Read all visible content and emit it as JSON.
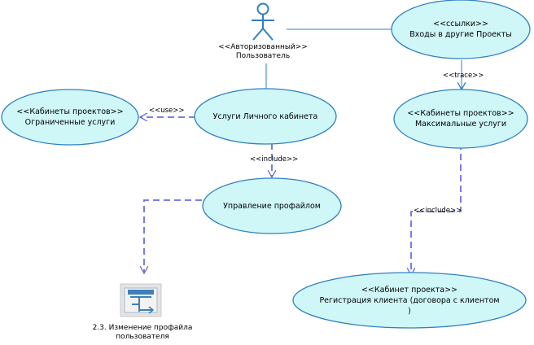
{
  "actor": {
    "stereotype": "<<Авторизованный>>",
    "name": "Пользователь"
  },
  "usecases": {
    "external_links": {
      "stereotype": "<<ссылки>>",
      "name": "Входы в  другие Проекты"
    },
    "max_services": {
      "stereotype": "<<Кабинеты проектов>>",
      "name": "Максимальные услуги"
    },
    "limited_services": {
      "stereotype": "<<Кабинеты проектов>>",
      "name": "Ограниченные услуги"
    },
    "personal_cabinet": {
      "stereotype": "",
      "name": "Услуги Личного кабинета"
    },
    "profile_management": {
      "stereotype": "",
      "name": "Управление профайлом"
    },
    "client_registration": {
      "stereotype": "<<Кабинет проекта>>",
      "name": "Регистрация клиента (договора с клиентом",
      "name_line2": ")"
    }
  },
  "relations": {
    "use": "<<use>>",
    "trace": "<<trace>>",
    "include_left": "<<include>>",
    "include_right": "<<include>>"
  },
  "diagram_ref": {
    "line1": "2.3. Изменение профайла",
    "line2": "пользователя"
  },
  "colors": {
    "ellipse_fill": "#CFF7F7",
    "ellipse_stroke": "#2F7FC1",
    "line": "#2F7FC1",
    "dashed": "#6A6FE0"
  }
}
